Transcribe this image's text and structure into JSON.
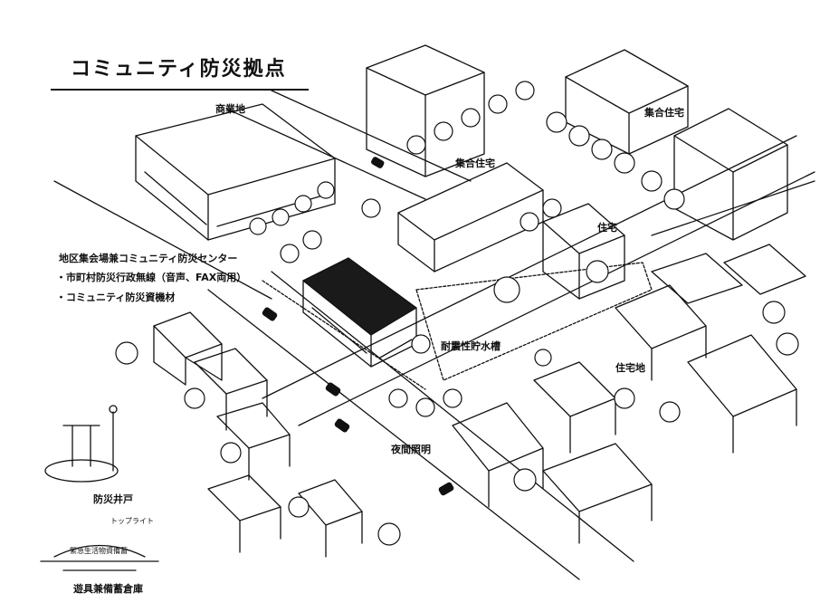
{
  "title": "コミュニティ防災拠点",
  "labels": {
    "commercial": "商業地",
    "collective_housing_1": "集合住宅",
    "collective_housing_2": "集合住宅",
    "housing": "住宅",
    "center_title": "地区集会場兼コミュニティ防災センター",
    "center_item_1": "・市町村防災行政無線（音声、FAX両用）",
    "center_item_2": "・コミュニティ防災資機材",
    "water_tank": "耐震性貯水槽",
    "residential_area": "住宅地",
    "night_lighting": "夜間照明",
    "disaster_well": "防災井戸",
    "top_light": "トップライト",
    "storage_sign": "緊急生活物資備蓄",
    "storage_caption": "遊具兼備蓄倉庫"
  },
  "colors": {
    "ink": "#111111",
    "paper": "#ffffff",
    "roof_dark": "#1a1a1a"
  }
}
